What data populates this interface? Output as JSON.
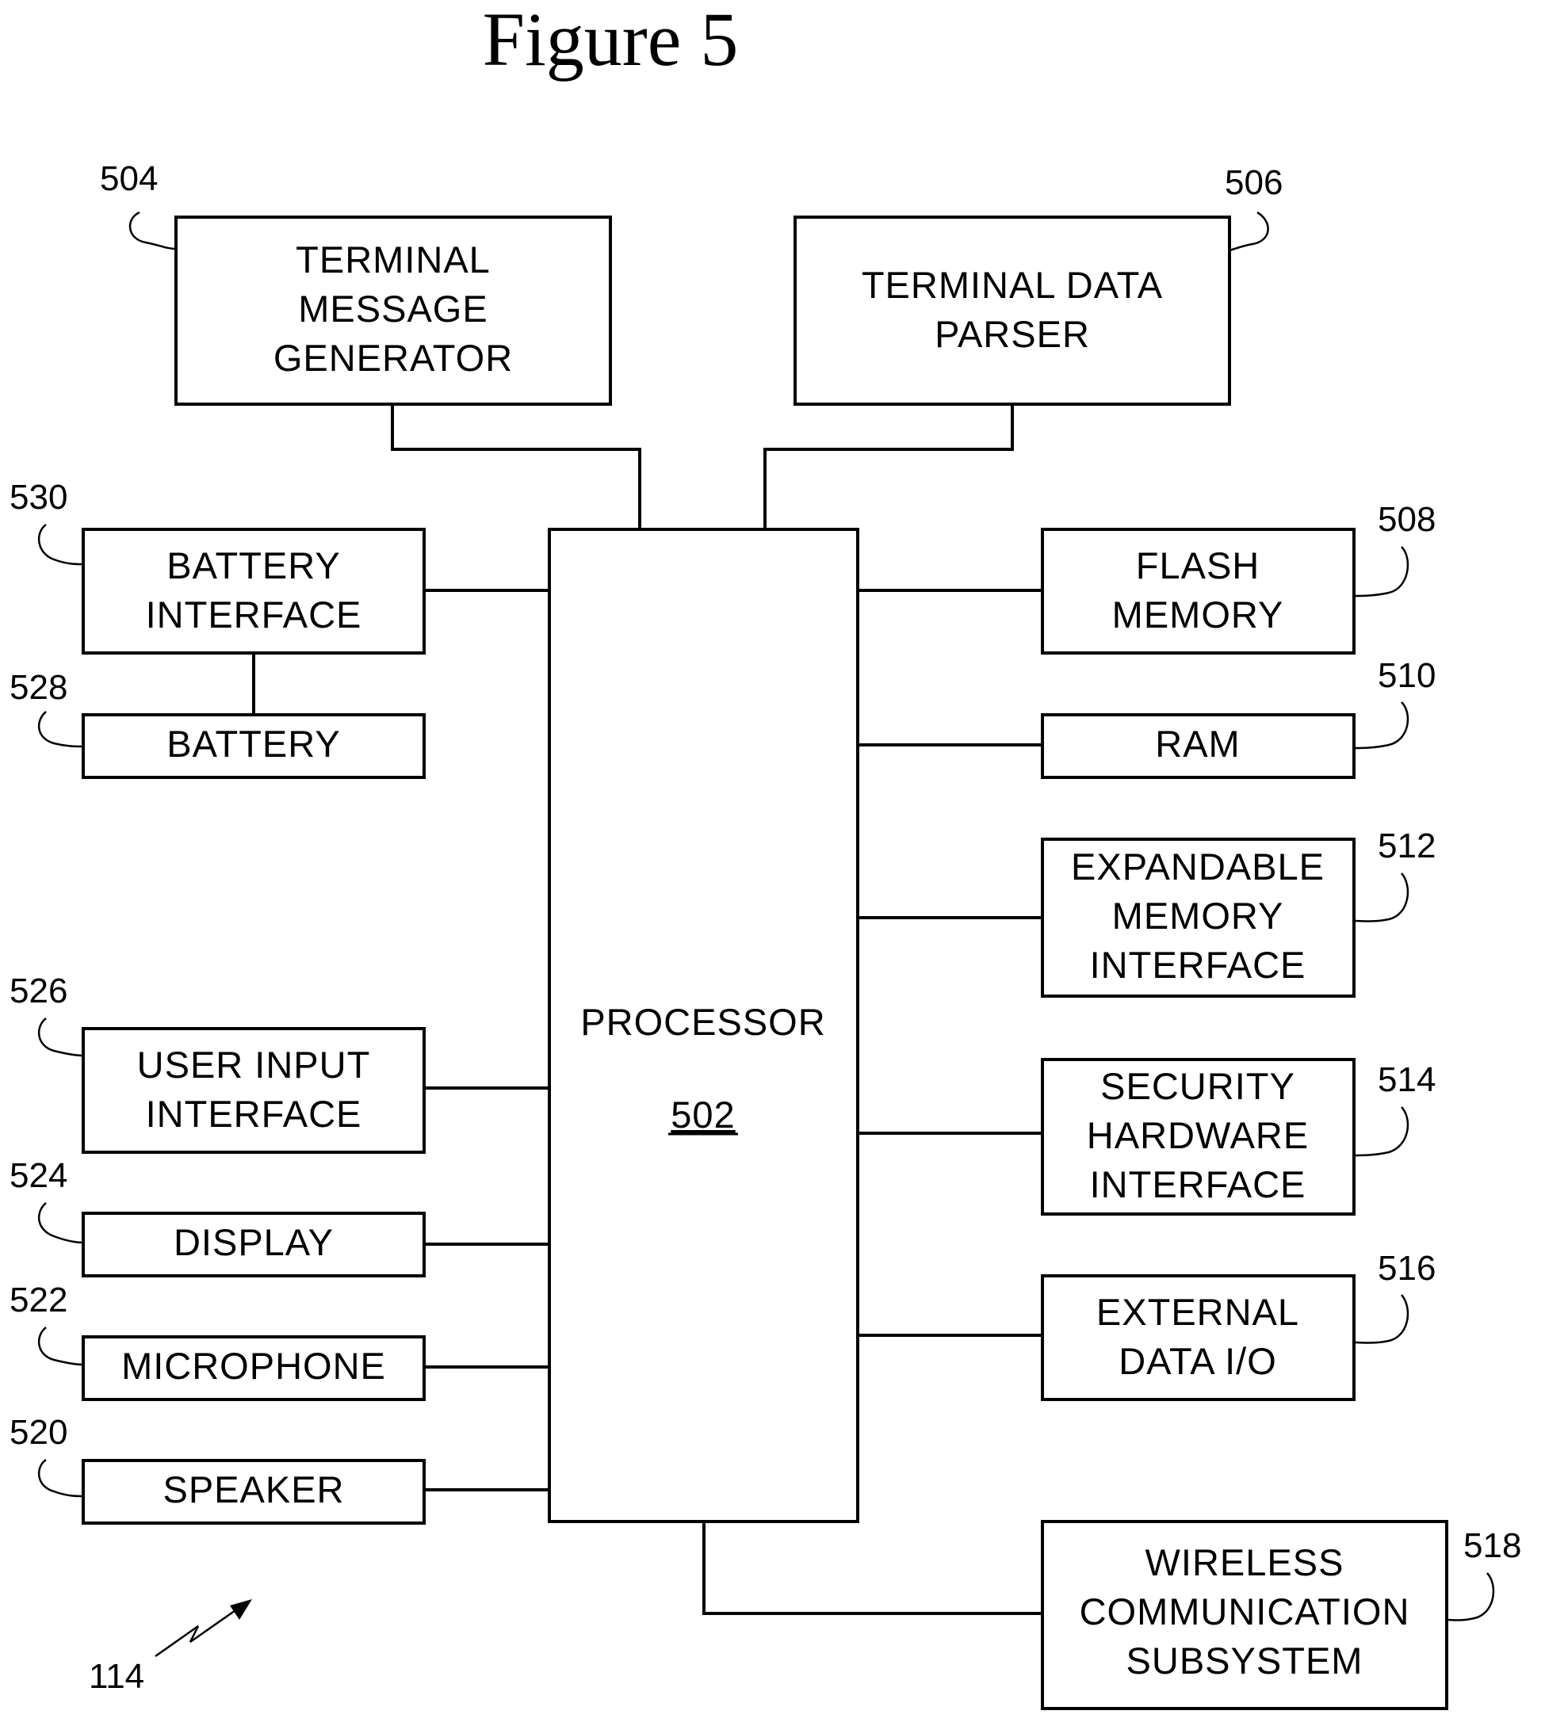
{
  "figure_title": "Figure 5",
  "device_ref": "114",
  "processor": {
    "label": "PROCESSOR",
    "ref": "502"
  },
  "blocks": [
    {
      "id": "terminal-message-generator",
      "ref": "504",
      "lines": [
        "TERMINAL",
        "MESSAGE",
        "GENERATOR"
      ]
    },
    {
      "id": "terminal-data-parser",
      "ref": "506",
      "lines": [
        "TERMINAL DATA",
        "PARSER"
      ]
    },
    {
      "id": "battery-interface",
      "ref": "530",
      "lines": [
        "BATTERY",
        "INTERFACE"
      ]
    },
    {
      "id": "battery",
      "ref": "528",
      "lines": [
        "BATTERY"
      ]
    },
    {
      "id": "user-input-interface",
      "ref": "526",
      "lines": [
        "USER INPUT",
        "INTERFACE"
      ]
    },
    {
      "id": "display",
      "ref": "524",
      "lines": [
        "DISPLAY"
      ]
    },
    {
      "id": "microphone",
      "ref": "522",
      "lines": [
        "MICROPHONE"
      ]
    },
    {
      "id": "speaker",
      "ref": "520",
      "lines": [
        "SPEAKER"
      ]
    },
    {
      "id": "flash-memory",
      "ref": "508",
      "lines": [
        "FLASH",
        "MEMORY"
      ]
    },
    {
      "id": "ram",
      "ref": "510",
      "lines": [
        "RAM"
      ]
    },
    {
      "id": "expandable-memory-interface",
      "ref": "512",
      "lines": [
        "EXPANDABLE",
        "MEMORY",
        "INTERFACE"
      ]
    },
    {
      "id": "security-hardware-interface",
      "ref": "514",
      "lines": [
        "SECURITY",
        "HARDWARE",
        "INTERFACE"
      ]
    },
    {
      "id": "external-data-io",
      "ref": "516",
      "lines": [
        "EXTERNAL",
        "DATA I/O"
      ]
    },
    {
      "id": "wireless-communication-subsystem",
      "ref": "518",
      "lines": [
        "WIRELESS",
        "COMMUNICATION",
        "SUBSYSTEM"
      ]
    }
  ]
}
